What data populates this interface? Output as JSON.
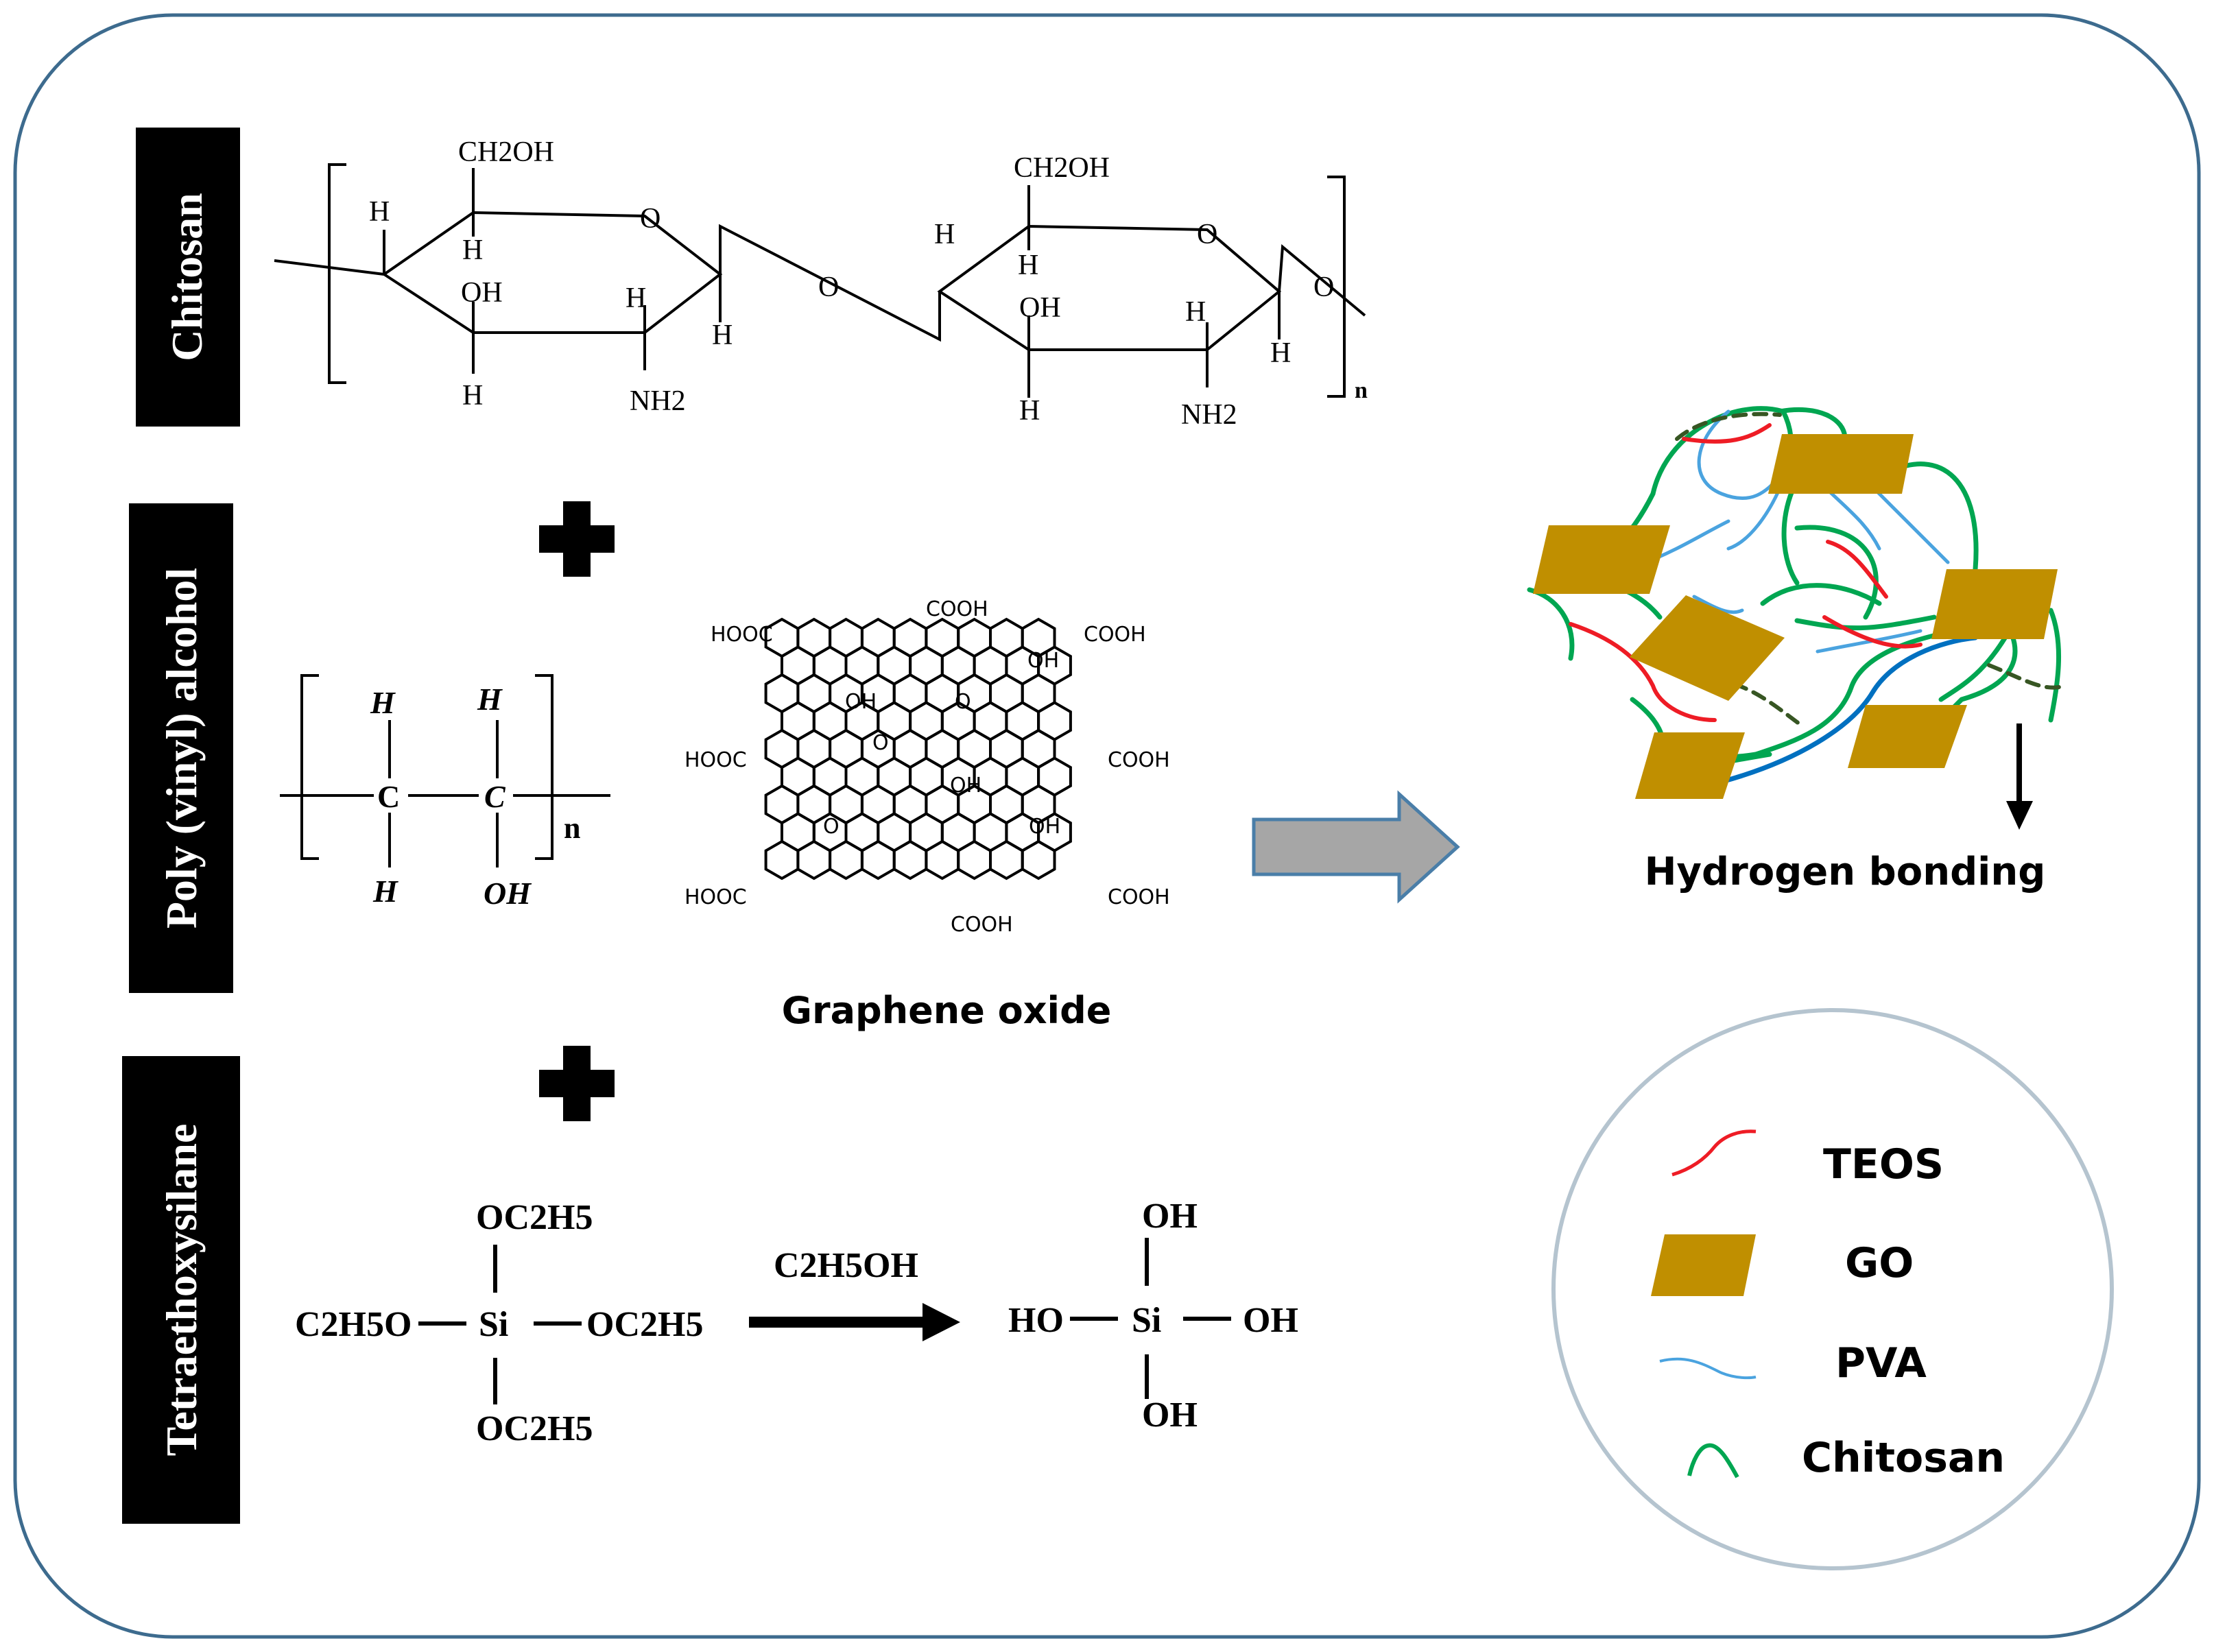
{
  "labels": {
    "chitosan": "Chitosan",
    "pva": "Poly (vinyl) alcohol",
    "teos": "Tetraethoxysilane"
  },
  "chitosan_structure": {
    "ch2oh": "CH2OH",
    "o": "O",
    "h": "H",
    "oh": "OH",
    "nh2": "NH2",
    "n": "n"
  },
  "pva_structure": {
    "h": "H",
    "c": "C",
    "oh": "OH",
    "n": "n"
  },
  "go_structure": {
    "cooh": "COOH",
    "hooc": "HOOC",
    "oh": "OH",
    "o": "O",
    "caption": "Graphene oxide"
  },
  "teos_reaction": {
    "oc2h5": "OC2H5",
    "c2h5o": "C2H5O",
    "si": "Si",
    "reagent": "C2H5OH",
    "oh": "OH",
    "ho": "HO"
  },
  "network": {
    "caption": "Hydrogen bonding"
  },
  "legend": {
    "items": [
      {
        "label": "TEOS",
        "color": "#ee1c25"
      },
      {
        "label": "GO",
        "color": "#c08f00"
      },
      {
        "label": "PVA",
        "color": "#4aa3df"
      },
      {
        "label": "Chitosan",
        "color": "#00a651"
      }
    ]
  },
  "colors": {
    "frame": "#3d6b8e",
    "label_box": "#000000",
    "arrow_fill": "#a6a6a6",
    "arrow_stroke": "#4a7ea8",
    "hbond": "#375623",
    "pva_dark": "#0070c0"
  }
}
